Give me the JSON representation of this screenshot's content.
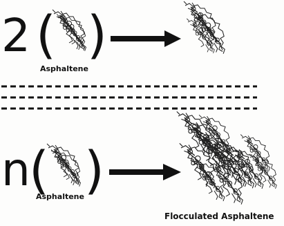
{
  "reactions": [
    {
      "coefficient": "2",
      "reactant_label": "Asphaltene"
    },
    {
      "coefficient": "n",
      "reactant_label": "Asphaltene",
      "product_label": "Flocculated Asphaltene"
    }
  ]
}
